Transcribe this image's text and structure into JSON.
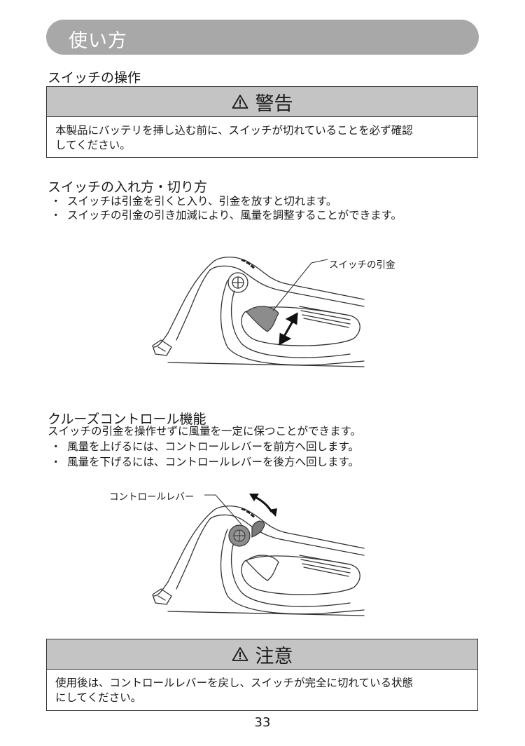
{
  "section": {
    "title": "使い方"
  },
  "switch_operation": {
    "heading": "スイッチの操作",
    "warning": {
      "title": "警告",
      "lines": [
        "本製品にバッテリを挿し込む前に、スイッチが切れていることを必ず確認",
        "してください。"
      ]
    }
  },
  "switch_on_off": {
    "heading": "スイッチの入れ方・切り方",
    "bullets": [
      "スイッチは引金を引くと入り、引金を放すと切れます。",
      "スイッチの引金の引き加減により、風量を調整することができます。"
    ],
    "figure_label": "スイッチの引金"
  },
  "cruise_control": {
    "heading": "クルーズコントロール機能",
    "intro": "スイッチの引金を操作せずに風量を一定に保つことができます。",
    "bullets": [
      "風量を上げるには、コントロールレバーを前方へ回します。",
      "風量を下げるには、コントロールレバーを後方へ回します。"
    ],
    "figure_label": "コントロールレバー"
  },
  "caution": {
    "title": "注意",
    "lines": [
      "使用後は、コントロールレバーを戻し、スイッチが完全に切れている状態",
      "にしてください。"
    ]
  },
  "bullet_mark": "・",
  "page_number": "33"
}
